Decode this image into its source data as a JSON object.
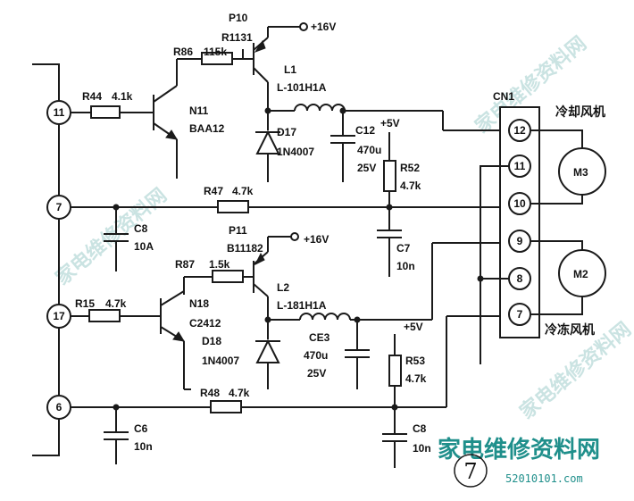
{
  "power": {
    "vplus_1": "+16V",
    "vplus_2": "+16V",
    "v5_1": "+5V",
    "v5_2": "+5V"
  },
  "points": {
    "p10": "P10",
    "p11": "P11"
  },
  "nodes": {
    "n11": "11",
    "n7": "7",
    "n17": "17",
    "n6": "6"
  },
  "resistors": {
    "r44": "R44",
    "r44_val": "4.1k",
    "r86": "R86",
    "r86_val": "115k",
    "r1131": "R1131",
    "r47": "R47",
    "r47_val": "4.7k",
    "r52": "R52",
    "r52_val": "4.7k",
    "r87": "R87",
    "r87_val": "1.5k",
    "r15": "R15",
    "r15_val": "4.7k",
    "r48": "R48",
    "r48_val": "4.7k",
    "r53": "R53",
    "r53_val": "4.7k"
  },
  "transistors": {
    "n11": "N11",
    "n11_type": "BAA12",
    "b1182": "B11182",
    "n18": "N18",
    "n18_type": "C2412"
  },
  "inductors": {
    "l1": "L1",
    "l1_type": "L-101H1A",
    "l2": "L2",
    "l2_type": "L-181H1A"
  },
  "diodes": {
    "d17": "D17",
    "d17_type": "1N4007",
    "d18": "D18",
    "d18_type": "1N4007"
  },
  "capacitors": {
    "c12": "C12",
    "c12_val": "470u",
    "c12_v": "25V",
    "c8": "C8",
    "c8_val": "10A",
    "c7": "C7",
    "c7_val": "10n",
    "ce3": "CE3",
    "ce3_val": "470u",
    "ce3_v": "25V",
    "c6": "C6",
    "c6_val": "10n",
    "c8b": "C8",
    "c8b_val": "10n"
  },
  "connector": {
    "name": "CN1",
    "pins": [
      "12",
      "11",
      "10",
      "9",
      "8",
      "7"
    ]
  },
  "motors": {
    "m3": "M3",
    "m2": "M2",
    "m3_label": "冷却风机",
    "m2_label": "冷冻风机"
  },
  "branding": {
    "name": "家电维修资料网",
    "url": "52010101.com",
    "page": "7"
  },
  "watermark": {
    "text": "家电维修资料网"
  }
}
